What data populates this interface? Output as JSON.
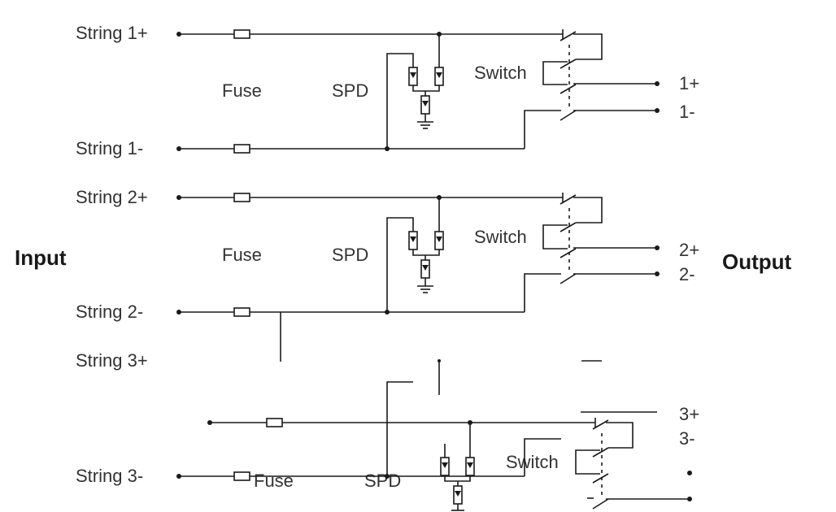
{
  "colors": {
    "positive": "#e02020",
    "negative": "#333333",
    "wire": "#1a1a1a"
  },
  "labels": {
    "input": "Input",
    "output": "Output",
    "s1p": "String 1+",
    "s1n": "String 1-",
    "s2p": "String 2+",
    "s2n": "String 2-",
    "s3p": "String 3+",
    "s3n": "String 3-",
    "fuse": "Fuse",
    "spd": "SPD",
    "switch": "Switch",
    "o1p": "1+",
    "o1n": "1-",
    "o2p": "2+",
    "o2n": "2-",
    "o3p": "3+",
    "o3n": "3-"
  }
}
